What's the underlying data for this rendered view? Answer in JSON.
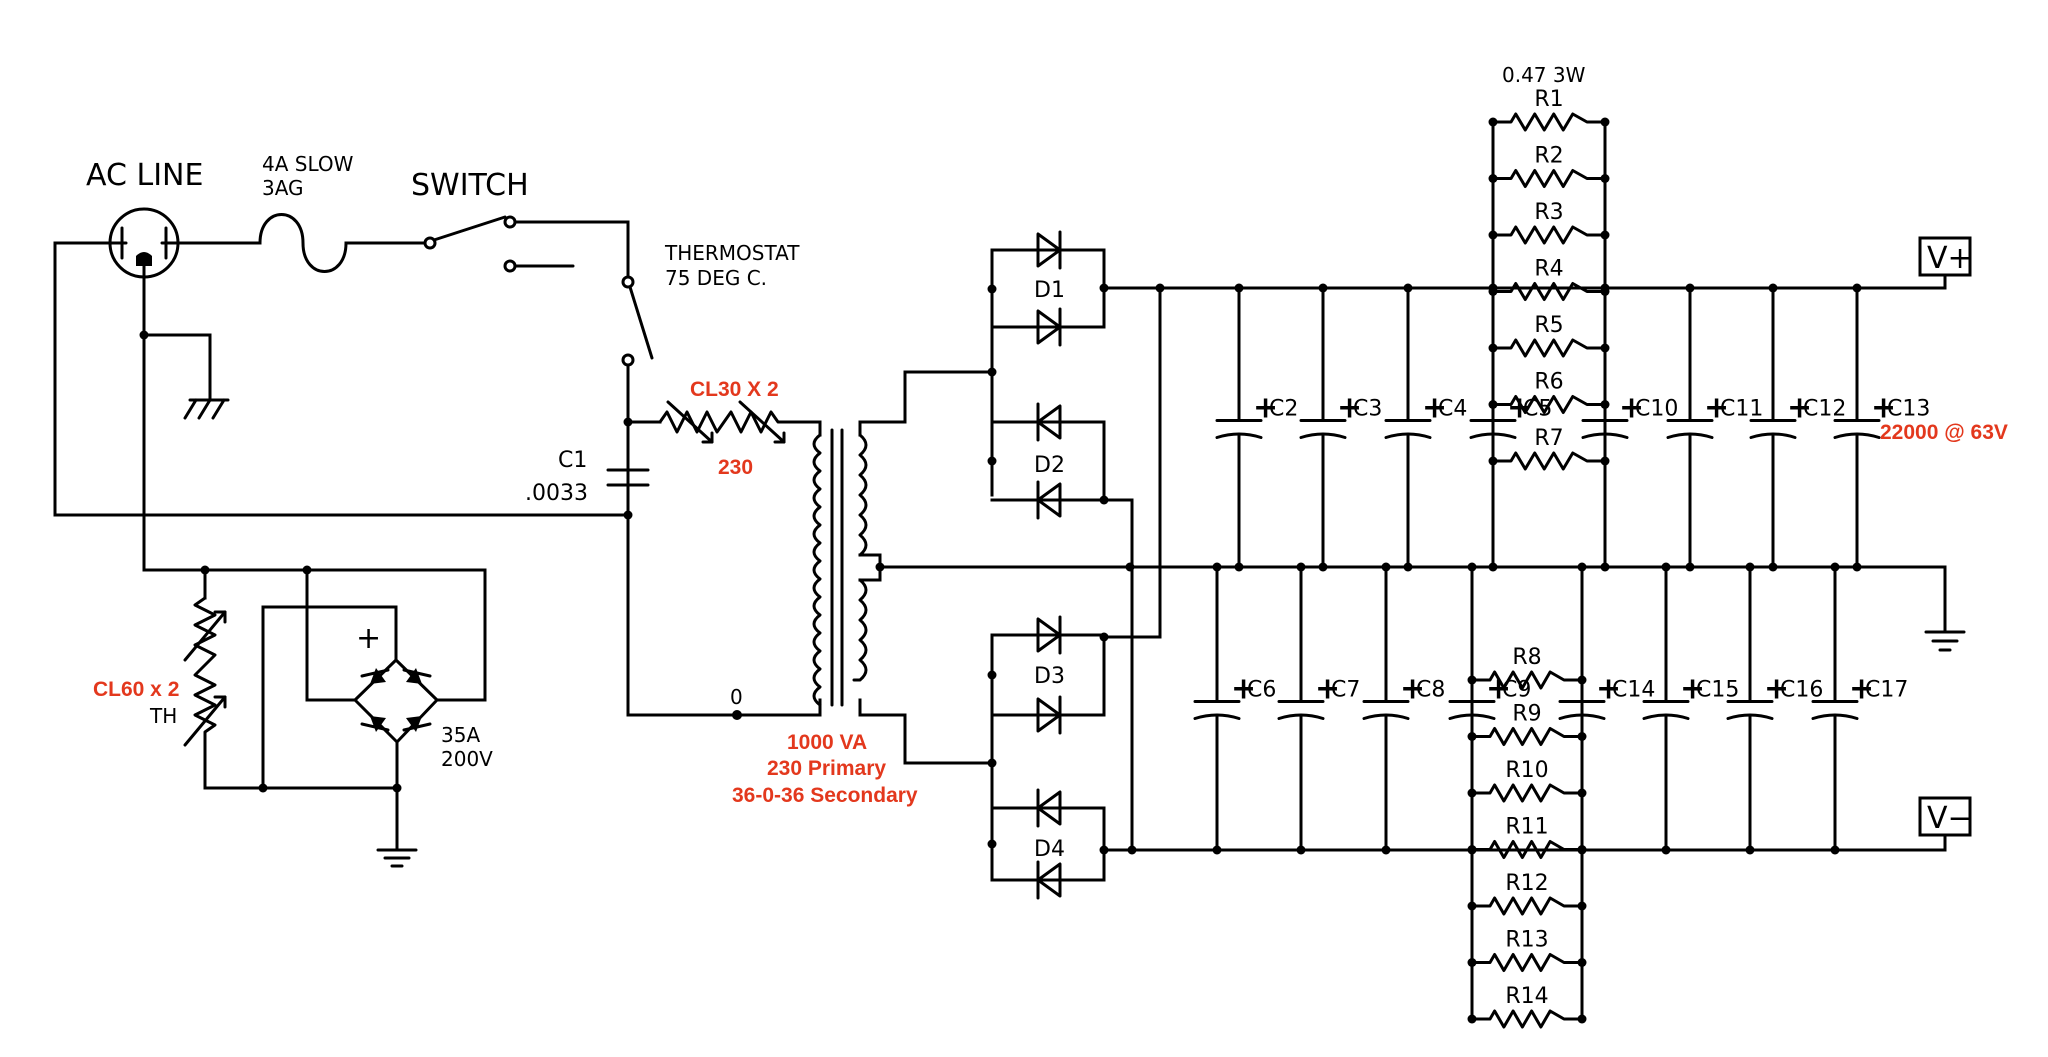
{
  "colors": {
    "ink": "#000000",
    "accent": "#e3381d",
    "background": "#ffffff"
  },
  "labels": {
    "ac_line": "AC LINE",
    "fuse_rating": "4A SLOW",
    "fuse_type": "3AG",
    "switch": "SWITCH",
    "thermostat": "THERMOSTAT",
    "thermostat_temp": "75 DEG C.",
    "c1_name": "C1",
    "c1_value": ".0033",
    "cl30": "CL30 X 2",
    "primary_230": "230",
    "cl60": "CL60 x 2",
    "th": "TH",
    "bridge_plus": "+",
    "bridge_current": "35A",
    "bridge_voltage": "200V",
    "zero_tap": "0",
    "transformer_va": "1000 VA",
    "transformer_primary": "230 Primary",
    "transformer_secondary": "36-0-36 Secondary",
    "diodes": [
      "D1",
      "D2",
      "D3",
      "D4"
    ],
    "r1_value": "0.47 3W",
    "top_resistors": [
      "R1",
      "R2",
      "R3",
      "R4",
      "R5",
      "R6",
      "R7"
    ],
    "bottom_resistors": [
      "R8",
      "R9",
      "R10",
      "R11",
      "R12",
      "R13",
      "R14"
    ],
    "upper_caps": [
      "C2",
      "C3",
      "C4",
      "C5",
      "C10",
      "C11",
      "C12",
      "C13"
    ],
    "lower_caps": [
      "C6",
      "C7",
      "C8",
      "C9",
      "C14",
      "C15",
      "C16",
      "C17"
    ],
    "cap_value": "22000 @ 63V",
    "v_plus": "V+",
    "v_minus": "V−"
  }
}
